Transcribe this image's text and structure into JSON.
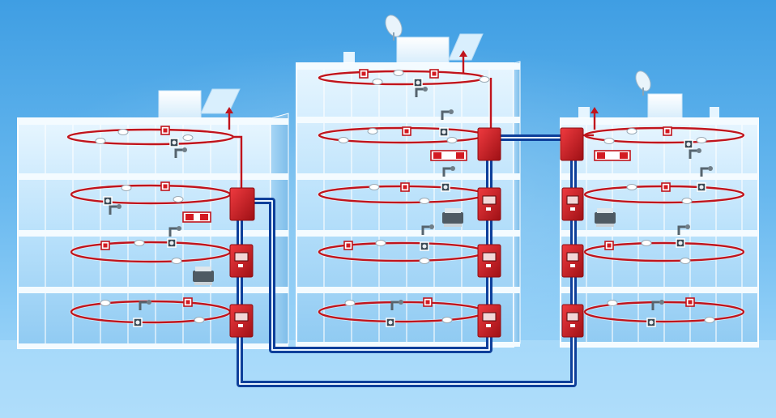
{
  "diagram": {
    "description_free": true,
    "buildings": [
      {
        "id": "left",
        "floors": 4,
        "roof_features": [
          "roof-box",
          "stair-shelter"
        ]
      },
      {
        "id": "center",
        "floors": 5,
        "roof_features": [
          "roof-box",
          "satellite-dish",
          "stair-shelter"
        ]
      },
      {
        "id": "right",
        "floors": 4,
        "roof_features": [
          "roof-box",
          "satellite-dish"
        ]
      }
    ],
    "colors": {
      "loop": "#c0141c",
      "panel": "#d31b22",
      "panel_dark": "#8e0d12",
      "network_outer": "#0e3f9a",
      "network_inner": "#e9f4ff",
      "glass": "#cfeaff",
      "glass_dark": "#9fd0f4",
      "frame": "#f2faff"
    },
    "device_types": [
      "smoke-detector",
      "heat-detector",
      "manual-call-point",
      "sounder-beacon",
      "sprinkler-valve",
      "printer",
      "vent-arrow"
    ]
  }
}
